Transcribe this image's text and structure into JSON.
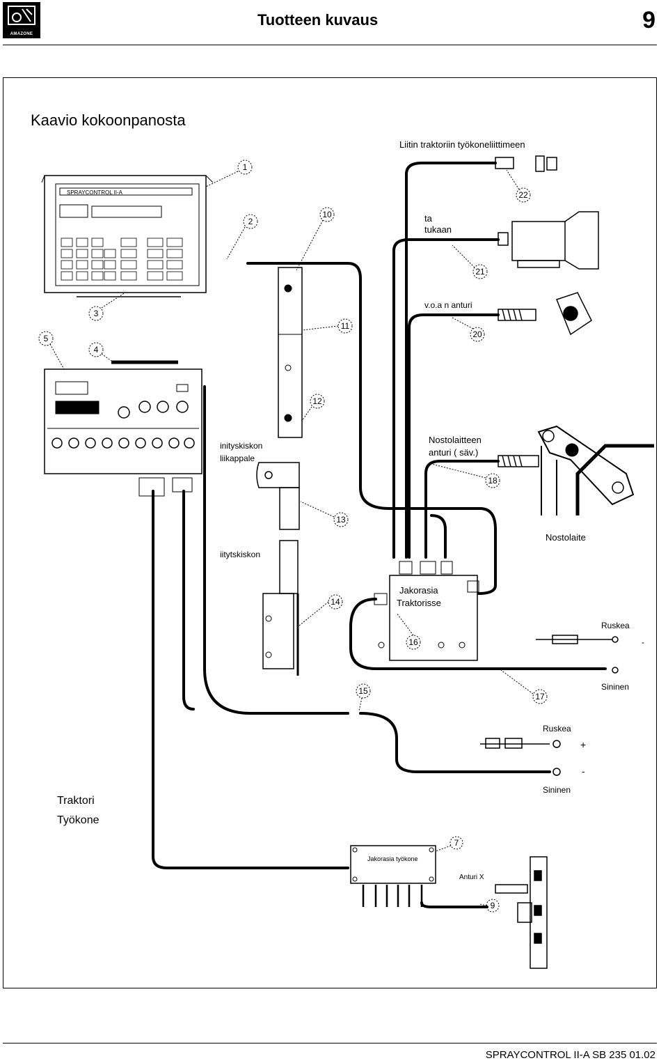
{
  "header": {
    "logo_text": "AMAZONE",
    "title": "Tuotteen kuvaus",
    "page_number": "9"
  },
  "diagram": {
    "title": "Kaavio kokoonpanosta",
    "labels": {
      "connector_tractor": "Liitin traktoriin työkoneliittimeen",
      "ta": "ta",
      "tukaan": "tukaan",
      "wheel_sensor": "v.o.a n anturi",
      "lift_sensor_1": "Nostolaitteen",
      "lift_sensor_2": "anturi ( säv.)",
      "lift": "Nostolaite",
      "rail_part_1": "inityskiskon",
      "rail_part_2": "liikappale",
      "rail": "iitytskiskon",
      "junction_1": "Jakorasia",
      "junction_2": "Traktorisse",
      "brown_1": "Ruskea",
      "blue_1": "Sininen",
      "brown_2": "Ruskea",
      "blue_2": "Sininen",
      "plus": "+",
      "minus": "-",
      "tractor": "Traktori",
      "implement": "Työkone",
      "distribution_box": "Jakorasia työkone",
      "sensor_x": "Anturi X",
      "panel_label": "SPRAYCONTROL II-A"
    },
    "callouts": [
      "1",
      "2",
      "3",
      "4",
      "5",
      "7",
      "9",
      "10",
      "11",
      "12",
      "13",
      "14",
      "15",
      "16",
      "17",
      "18",
      "20",
      "21",
      "22"
    ]
  },
  "footer": {
    "text": "SPRAYCONTROL II-A SB 235 01.02"
  }
}
